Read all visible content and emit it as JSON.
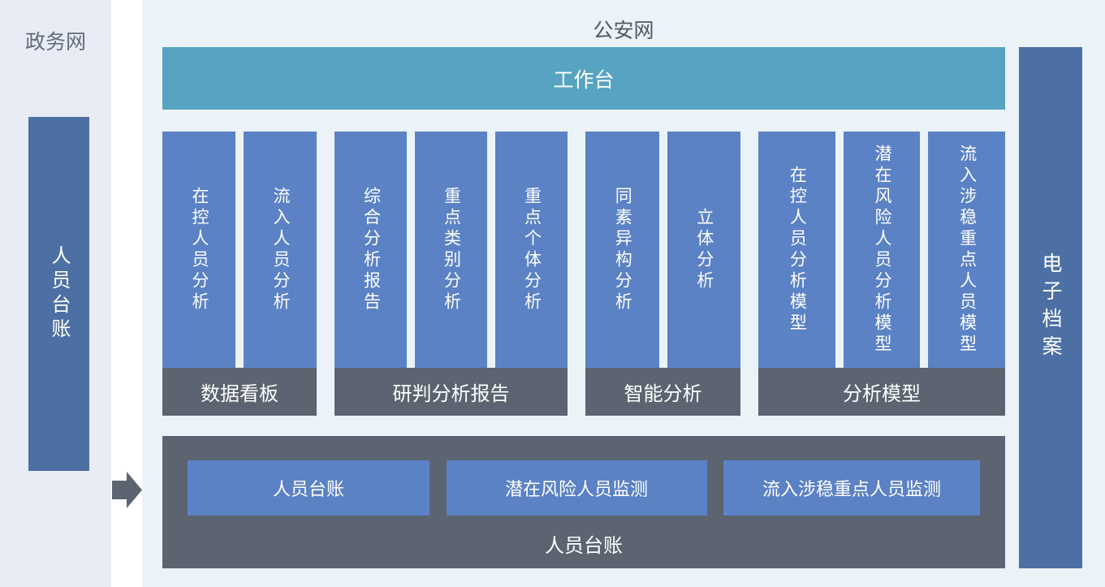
{
  "colors": {
    "page_background": "#ffffff",
    "left_panel_background": "#e9ecf5",
    "main_panel_background": "#ebf3f8",
    "workbench_teal": "#56a4c1",
    "module_bar_blue": "#5b82c5",
    "side_bar_blue": "#4c70a4",
    "dark_slate": "#5b6470",
    "title_text": "#4f5866",
    "white_text": "#ffffff"
  },
  "left_panel": {
    "title": "政务网",
    "bar_label": "人员台账"
  },
  "icons": {
    "flow_arrow": "right-arrow"
  },
  "main_panel": {
    "title": "公安网",
    "workbench_label": "工作台",
    "groups": [
      {
        "footer": "数据看板",
        "bars": [
          "在控人员分析",
          "流入人员分析"
        ]
      },
      {
        "footer": "研判分析报告",
        "bars": [
          "综合分析报告",
          "重点类别分析",
          "重点个体分析"
        ]
      },
      {
        "footer": "智能分析",
        "bars": [
          "同素异构分析",
          "立体分析"
        ]
      },
      {
        "footer": "分析模型",
        "bars": [
          "在控人员分析模型",
          "潜在风险人员分析模型",
          "流入涉稳重点人员模型"
        ]
      }
    ],
    "bottom_panel": {
      "label": "人员台账",
      "buttons": [
        "人员台账",
        "潜在风险人员监测",
        "流入涉稳重点人员监测"
      ]
    },
    "right_bar_label": "电子档案"
  }
}
